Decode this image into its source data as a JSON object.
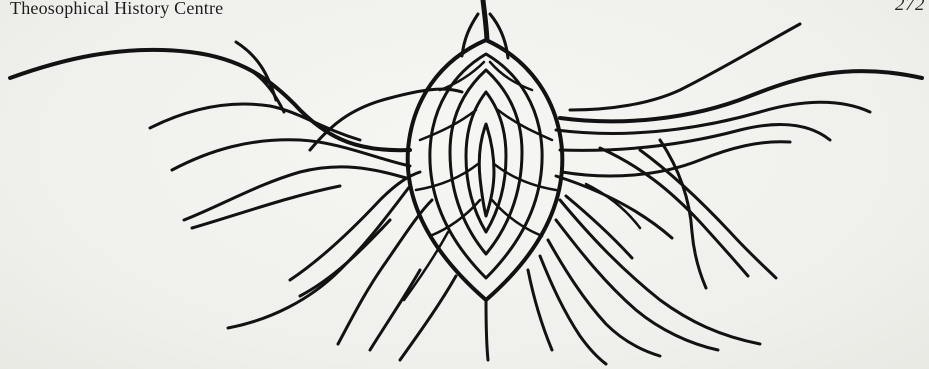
{
  "header": {
    "source": "Theosophical History Centre",
    "page_number": "272"
  },
  "figure": {
    "icon": "root-tendril-illustration"
  }
}
